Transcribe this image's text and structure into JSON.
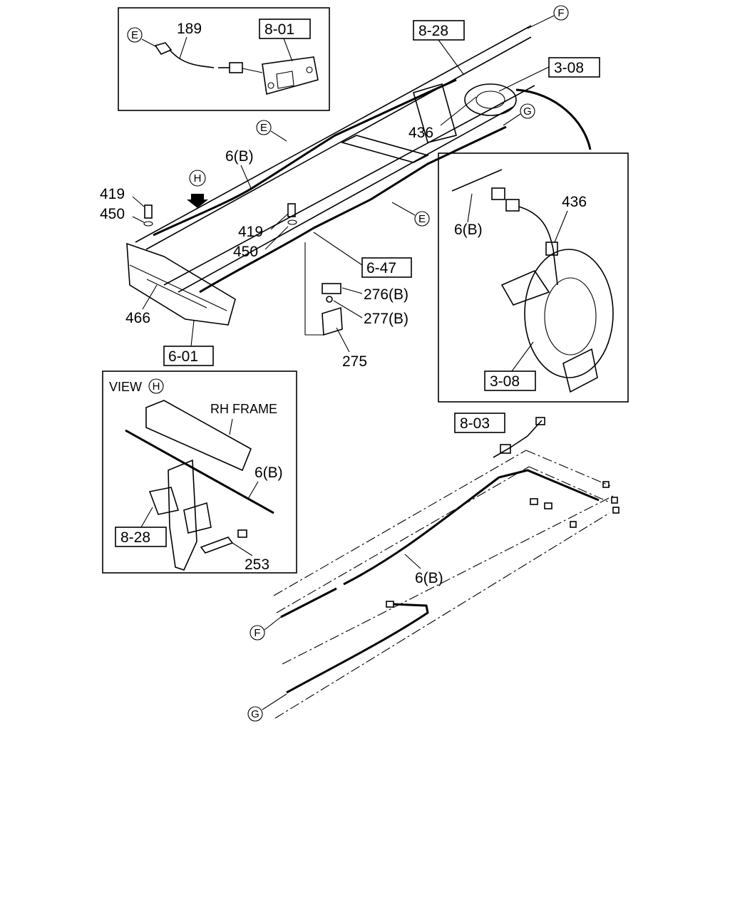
{
  "callouts": {
    "ref_8_01": "8-01",
    "ref_8_28_top": "8-28",
    "ref_3_08_top": "3-08",
    "ref_6_47": "6-47",
    "ref_6_01": "6-01",
    "ref_3_08_detail": "3-08",
    "ref_8_03": "8-03",
    "ref_8_28_view": "8-28"
  },
  "part_numbers": {
    "p189": "189",
    "p436_main": "436",
    "p436_detail": "436",
    "p6b_main": "6(B)",
    "p6b_detail": "6(B)",
    "p6b_view": "6(B)",
    "p6b_lower": "6(B)",
    "p419_left": "419",
    "p450_left": "450",
    "p419_mid": "419",
    "p450_mid": "450",
    "p466": "466",
    "p276b": "276(B)",
    "p277b": "277(B)",
    "p275": "275",
    "p253": "253"
  },
  "connectors": {
    "e_inset": "E",
    "e_main": "E",
    "e_right": "E",
    "f_top": "F",
    "f_bottom": "F",
    "g_top": "G",
    "g_bottom": "G",
    "h_arrow": "H",
    "h_view": "H"
  },
  "view_panel": {
    "title": "VIEW",
    "rh_frame": "RH FRAME"
  }
}
